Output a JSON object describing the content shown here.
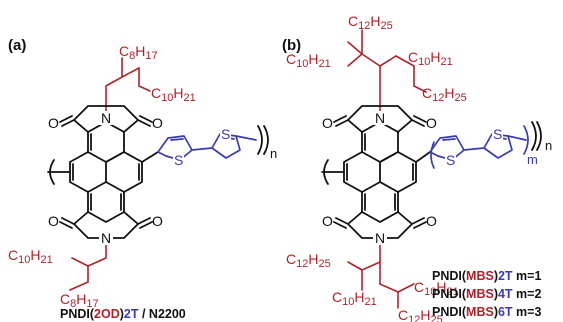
{
  "panel_a": {
    "label": "(a)",
    "n_index": "n",
    "chains": {
      "top_c8": {
        "base": "C",
        "sub": "8",
        "h": "H",
        "hsub": "17"
      },
      "top_c10": {
        "base": "C",
        "sub": "10",
        "h": "H",
        "hsub": "21"
      },
      "bot_c10": {
        "base": "C",
        "sub": "10",
        "h": "H",
        "hsub": "21"
      },
      "bot_c8": {
        "base": "C",
        "sub": "8",
        "h": "H",
        "hsub": "17"
      }
    },
    "caption": {
      "prefix": "PNDI(",
      "sidechain": "2OD",
      "close": ")",
      "thio": "2T",
      "suffix": " / N2200"
    }
  },
  "panel_b": {
    "label": "(b)",
    "n_index": "n",
    "m_index": "m",
    "chains": {
      "t1": {
        "base": "C",
        "sub": "12",
        "h": "H",
        "hsub": "25"
      },
      "t2": {
        "base": "C",
        "sub": "10",
        "h": "H",
        "hsub": "21"
      },
      "t3": {
        "base": "C",
        "sub": "10",
        "h": "H",
        "hsub": "21"
      },
      "t4": {
        "base": "C",
        "sub": "12",
        "h": "H",
        "hsub": "25"
      },
      "b1": {
        "base": "C",
        "sub": "12",
        "h": "H",
        "hsub": "25"
      },
      "b2": {
        "base": "C",
        "sub": "10",
        "h": "H",
        "hsub": "21"
      },
      "b3": {
        "base": "C",
        "sub": "10",
        "h": "H",
        "hsub": "21"
      },
      "b4": {
        "base": "C",
        "sub": "12",
        "h": "H",
        "hsub": "25"
      }
    },
    "legend": [
      {
        "prefix": "PNDI(",
        "sidechain": "MBS",
        "close": ")",
        "thio": "2T",
        "m": " m=1"
      },
      {
        "prefix": "PNDI(",
        "sidechain": "MBS",
        "close": ")",
        "thio": "4T",
        "m": " m=2"
      },
      {
        "prefix": "PNDI(",
        "sidechain": "MBS",
        "close": ")",
        "thio": "6T",
        "m": " m=3"
      }
    ]
  },
  "atoms": {
    "O": "O",
    "N": "N",
    "S": "S"
  },
  "colors": {
    "backbone": "#111111",
    "sidechain": "#b0222a",
    "thiophene": "#3a3ab8"
  }
}
